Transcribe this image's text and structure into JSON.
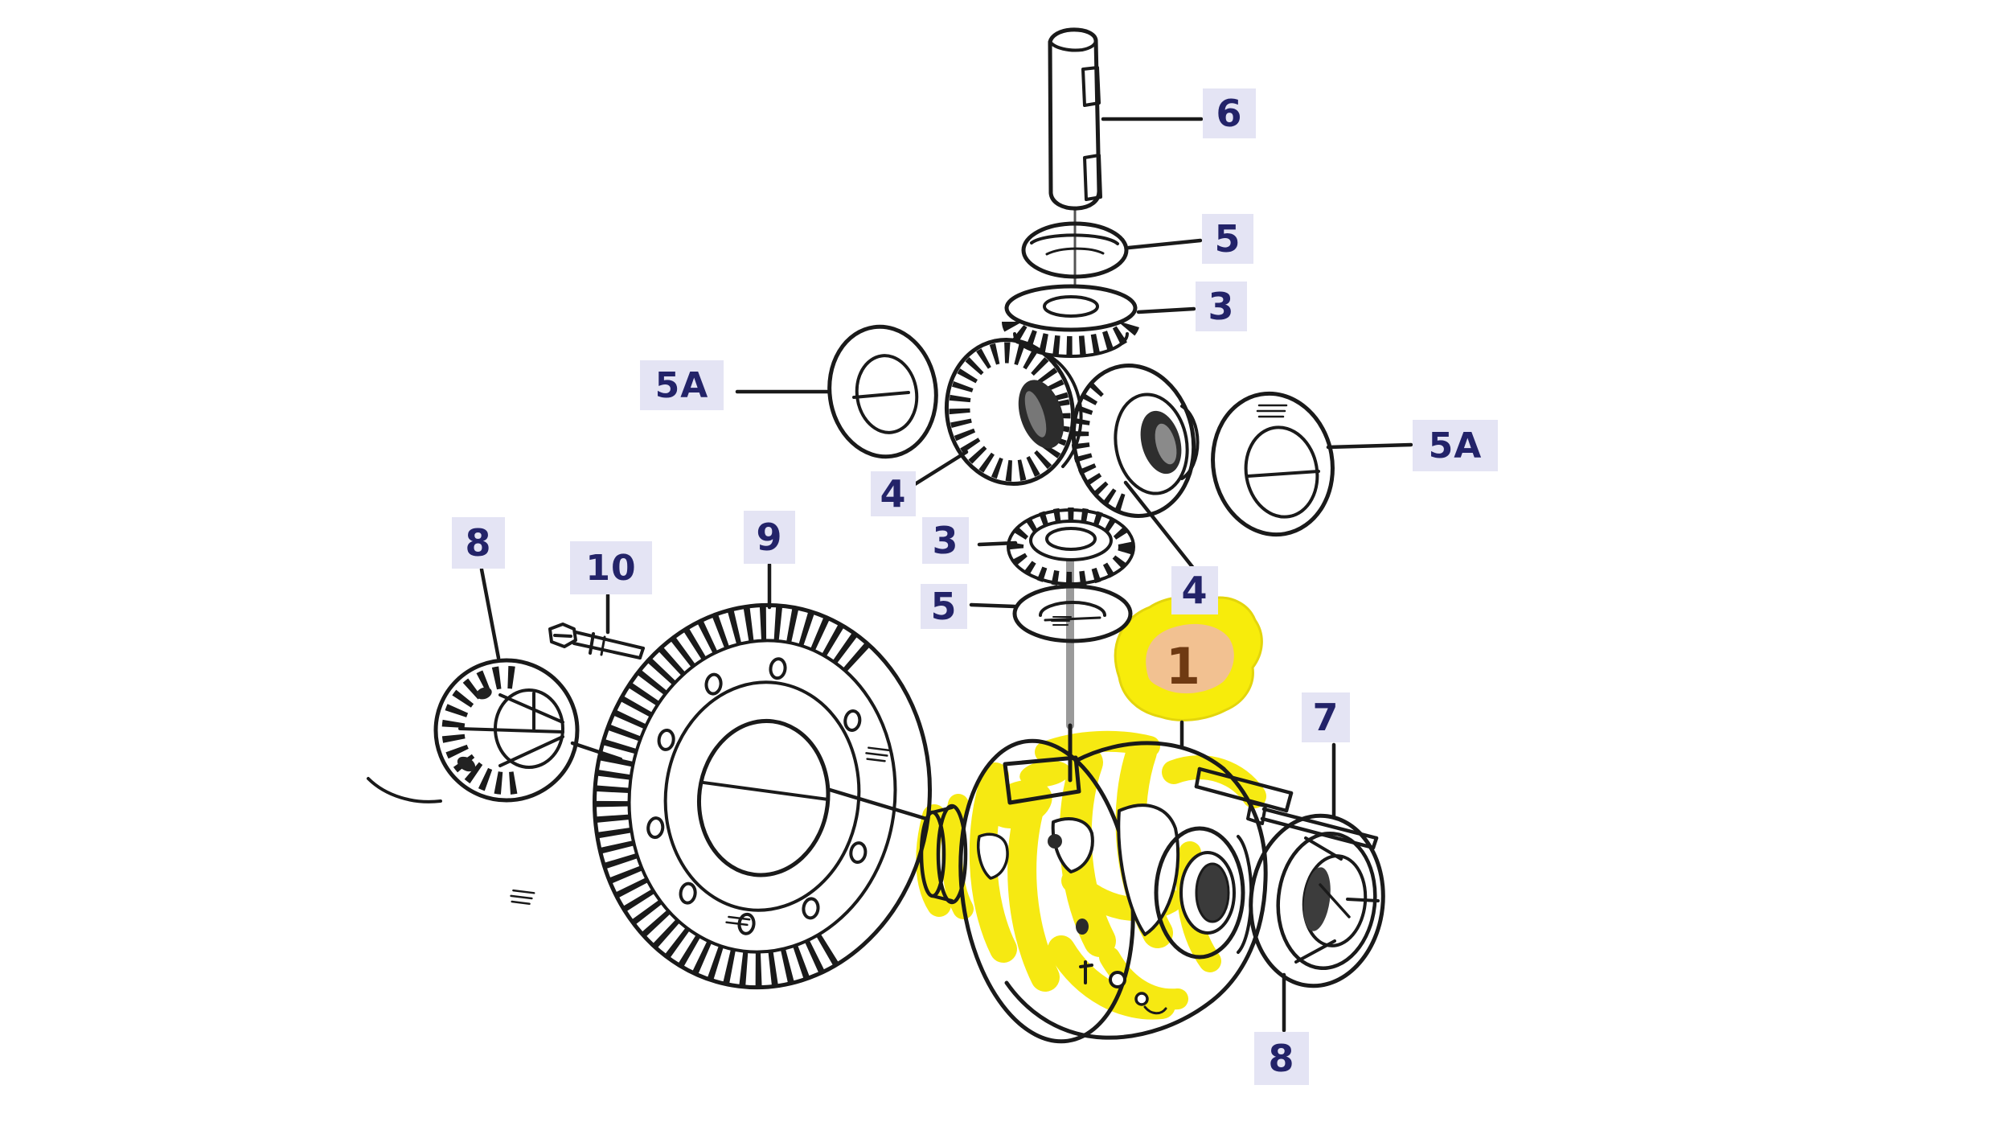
{
  "diagram": {
    "kind": "exploded-parts-diagram",
    "subject": "differential-assembly",
    "background_color": "#ffffff",
    "line_color": "#1a1a1a",
    "label_box_color": "#e4e4f4",
    "label_text_color": "#232369",
    "highlight_marker_color": "#f6e90b",
    "highlight_inner_color": "#f2c191",
    "highlight_number_color": "#6f3a12"
  },
  "callouts": [
    {
      "id": "part-6",
      "label": "6",
      "highlighted": false
    },
    {
      "id": "part-5-top",
      "label": "5",
      "highlighted": false
    },
    {
      "id": "part-3-top",
      "label": "3",
      "highlighted": false
    },
    {
      "id": "part-5a-left",
      "label": "5A",
      "highlighted": false
    },
    {
      "id": "part-5a-right",
      "label": "5A",
      "highlighted": false
    },
    {
      "id": "part-4-left",
      "label": "4",
      "highlighted": false
    },
    {
      "id": "part-3-lower",
      "label": "3",
      "highlighted": false
    },
    {
      "id": "part-5-lower",
      "label": "5",
      "highlighted": false
    },
    {
      "id": "part-4-right",
      "label": "4",
      "highlighted": false
    },
    {
      "id": "part-1",
      "label": "1",
      "highlighted": true
    },
    {
      "id": "part-7",
      "label": "7",
      "highlighted": false
    },
    {
      "id": "part-8-left",
      "label": "8",
      "highlighted": false
    },
    {
      "id": "part-10",
      "label": "10",
      "highlighted": false
    },
    {
      "id": "part-9",
      "label": "9",
      "highlighted": false
    },
    {
      "id": "part-8-bottom",
      "label": "8",
      "highlighted": false
    }
  ]
}
